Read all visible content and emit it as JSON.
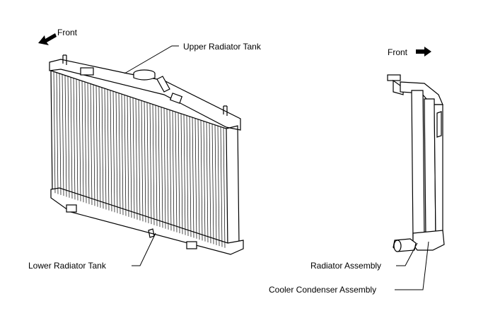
{
  "labels": {
    "front_left": "Front",
    "front_right": "Front",
    "upper_tank": "Upper Radiator Tank",
    "lower_tank": "Lower Radiator Tank",
    "radiator_assembly": "Radiator Assembly",
    "condenser_assembly": "Cooler Condenser Assembly"
  }
}
